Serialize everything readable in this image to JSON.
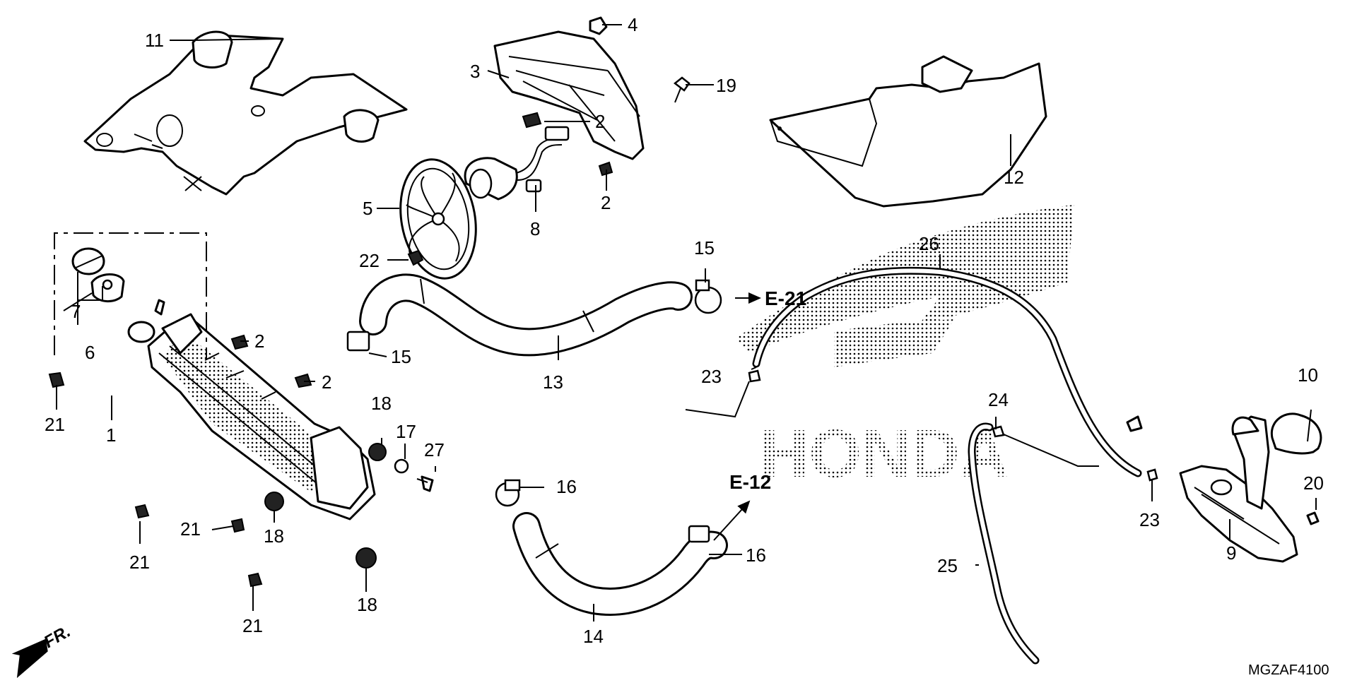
{
  "diagram": {
    "diagram_code": "MGZAF4100",
    "direction_label": "FR.",
    "watermark_text": "HONDA",
    "references": [
      {
        "id": "ref-e21",
        "label": "E-21"
      },
      {
        "id": "ref-e12",
        "label": "E-12"
      }
    ],
    "callouts": [
      {
        "id": "c11",
        "label": "11"
      },
      {
        "id": "c3",
        "label": "3"
      },
      {
        "id": "c4",
        "label": "4"
      },
      {
        "id": "c19",
        "label": "19"
      },
      {
        "id": "c2a",
        "label": "2"
      },
      {
        "id": "c2b",
        "label": "2"
      },
      {
        "id": "c12",
        "label": "12"
      },
      {
        "id": "c5",
        "label": "5"
      },
      {
        "id": "c8",
        "label": "8"
      },
      {
        "id": "c22",
        "label": "22"
      },
      {
        "id": "c7",
        "label": "7"
      },
      {
        "id": "c6",
        "label": "6"
      },
      {
        "id": "c2c",
        "label": "2"
      },
      {
        "id": "c2d",
        "label": "2"
      },
      {
        "id": "c15a",
        "label": "15"
      },
      {
        "id": "c15b",
        "label": "15"
      },
      {
        "id": "c13",
        "label": "13"
      },
      {
        "id": "c26",
        "label": "26"
      },
      {
        "id": "c23a",
        "label": "23"
      },
      {
        "id": "c21a",
        "label": "21"
      },
      {
        "id": "c1",
        "label": "1"
      },
      {
        "id": "c18a",
        "label": "18"
      },
      {
        "id": "c17",
        "label": "17"
      },
      {
        "id": "c27",
        "label": "27"
      },
      {
        "id": "c16a",
        "label": "16"
      },
      {
        "id": "c24",
        "label": "24"
      },
      {
        "id": "c10",
        "label": "10"
      },
      {
        "id": "c20",
        "label": "20"
      },
      {
        "id": "c23b",
        "label": "23"
      },
      {
        "id": "c9",
        "label": "9"
      },
      {
        "id": "c21b",
        "label": "21"
      },
      {
        "id": "c18b",
        "label": "18"
      },
      {
        "id": "c21c",
        "label": "21"
      },
      {
        "id": "c16b",
        "label": "16"
      },
      {
        "id": "c25",
        "label": "25"
      },
      {
        "id": "c21d",
        "label": "21"
      },
      {
        "id": "c18c",
        "label": "18"
      },
      {
        "id": "c14",
        "label": "14"
      }
    ]
  }
}
